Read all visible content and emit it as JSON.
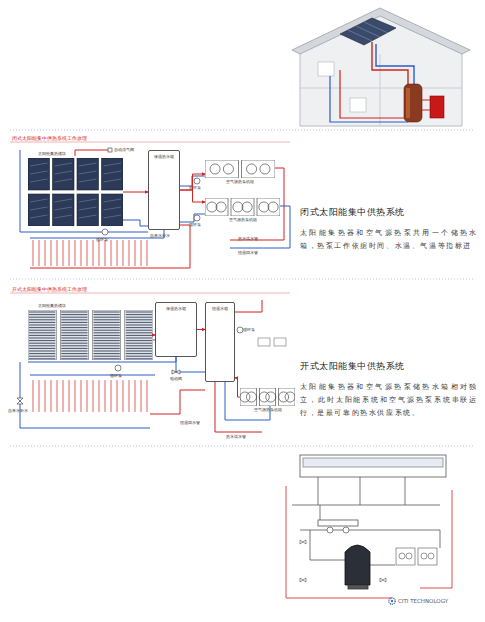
{
  "diagram": {
    "nodes": [
      {
        "text": [
          "太阳能集热模块"
        ]
      },
      {
        "text": [
          "保温热水箱"
        ]
      },
      {
        "text": [
          "空气源热泵机组"
        ]
      },
      {
        "text": [
          "空气源热泵机组"
        ]
      },
      {
        "text": [
          "太阳能集热模块"
        ]
      },
      {
        "text": [
          "保温热水箱"
        ]
      },
      {
        "text": [
          "恒温水箱"
        ]
      },
      {
        "text": [
          "空气源热泵机组"
        ]
      }
    ],
    "edges": [
      {
        "from": 0,
        "to": 1,
        "arrow": "to"
      },
      {
        "from": 1,
        "to": 2,
        "arrow": "to"
      },
      {
        "from": 1,
        "to": 3,
        "arrow": "to"
      },
      {
        "from": 4,
        "to": 5,
        "arrow": "to"
      },
      {
        "from": 5,
        "to": 6,
        "arrow": "to"
      },
      {
        "from": 7,
        "to": 6,
        "arrow": "to"
      }
    ],
    "labels": [
      "闭式太阳能集中供热系统工作原理",
      "自动排气阀",
      "循环泵",
      "循环泵",
      "循环泵",
      "自来水补水",
      "热水供水管",
      "恒温回水管",
      "闭式太阳能集中供热系统",
      "太阳能集热器和空气源热泵共用一个储热水箱，热泵工作依据时间、水温、气温等指标进",
      "开式太阳能集中供热系统工作原理",
      "循环泵",
      "电动阀",
      "循环泵",
      "自来水补水",
      "热水供水管",
      "恒温回水管",
      "开式太阳能集中供热系统",
      "太阳能集热器和空气源热泵储热水箱相对独立，此时太阳能系统和空气源热泵系统串联运行，是最可靠的热水供应系统。",
      "CITI TECHNOLOGY"
    ]
  }
}
